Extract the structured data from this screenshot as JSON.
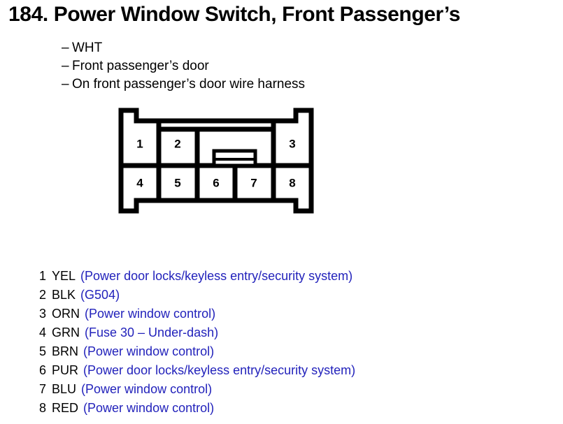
{
  "header": {
    "number": "184.",
    "title": "Power Window Switch, Front Passenger’s",
    "full_title": "184. Power Window Switch, Front Passenger’s"
  },
  "details": [
    {
      "dash": "–",
      "text": "WHT"
    },
    {
      "dash": "–",
      "text": "Front passenger’s door"
    },
    {
      "dash": "–",
      "text": "On front passenger’s door wire harness"
    }
  ],
  "connector": {
    "type": "8-pin connector face view",
    "top_row": [
      "1",
      "2",
      "3"
    ],
    "bottom_row": [
      "4",
      "5",
      "6",
      "7",
      "8"
    ],
    "latch_tab": "center-latch-tab"
  },
  "legend": {
    "circuit_color": "#2222bb",
    "items": [
      {
        "pin": "1",
        "wire": "YEL",
        "circuit": "(Power door locks/keyless entry/security system)"
      },
      {
        "pin": "2",
        "wire": "BLK",
        "circuit": "(G504)"
      },
      {
        "pin": "3",
        "wire": "ORN",
        "circuit": "(Power window control)"
      },
      {
        "pin": "4",
        "wire": "GRN",
        "circuit": "(Fuse 30 – Under-dash)"
      },
      {
        "pin": "5",
        "wire": "BRN",
        "circuit": "(Power window control)"
      },
      {
        "pin": "6",
        "wire": "PUR",
        "circuit": "(Power door locks/keyless entry/security system)"
      },
      {
        "pin": "7",
        "wire": "BLU",
        "circuit": "(Power window control)"
      },
      {
        "pin": "8",
        "wire": "RED",
        "circuit": "(Power window control)"
      }
    ]
  }
}
